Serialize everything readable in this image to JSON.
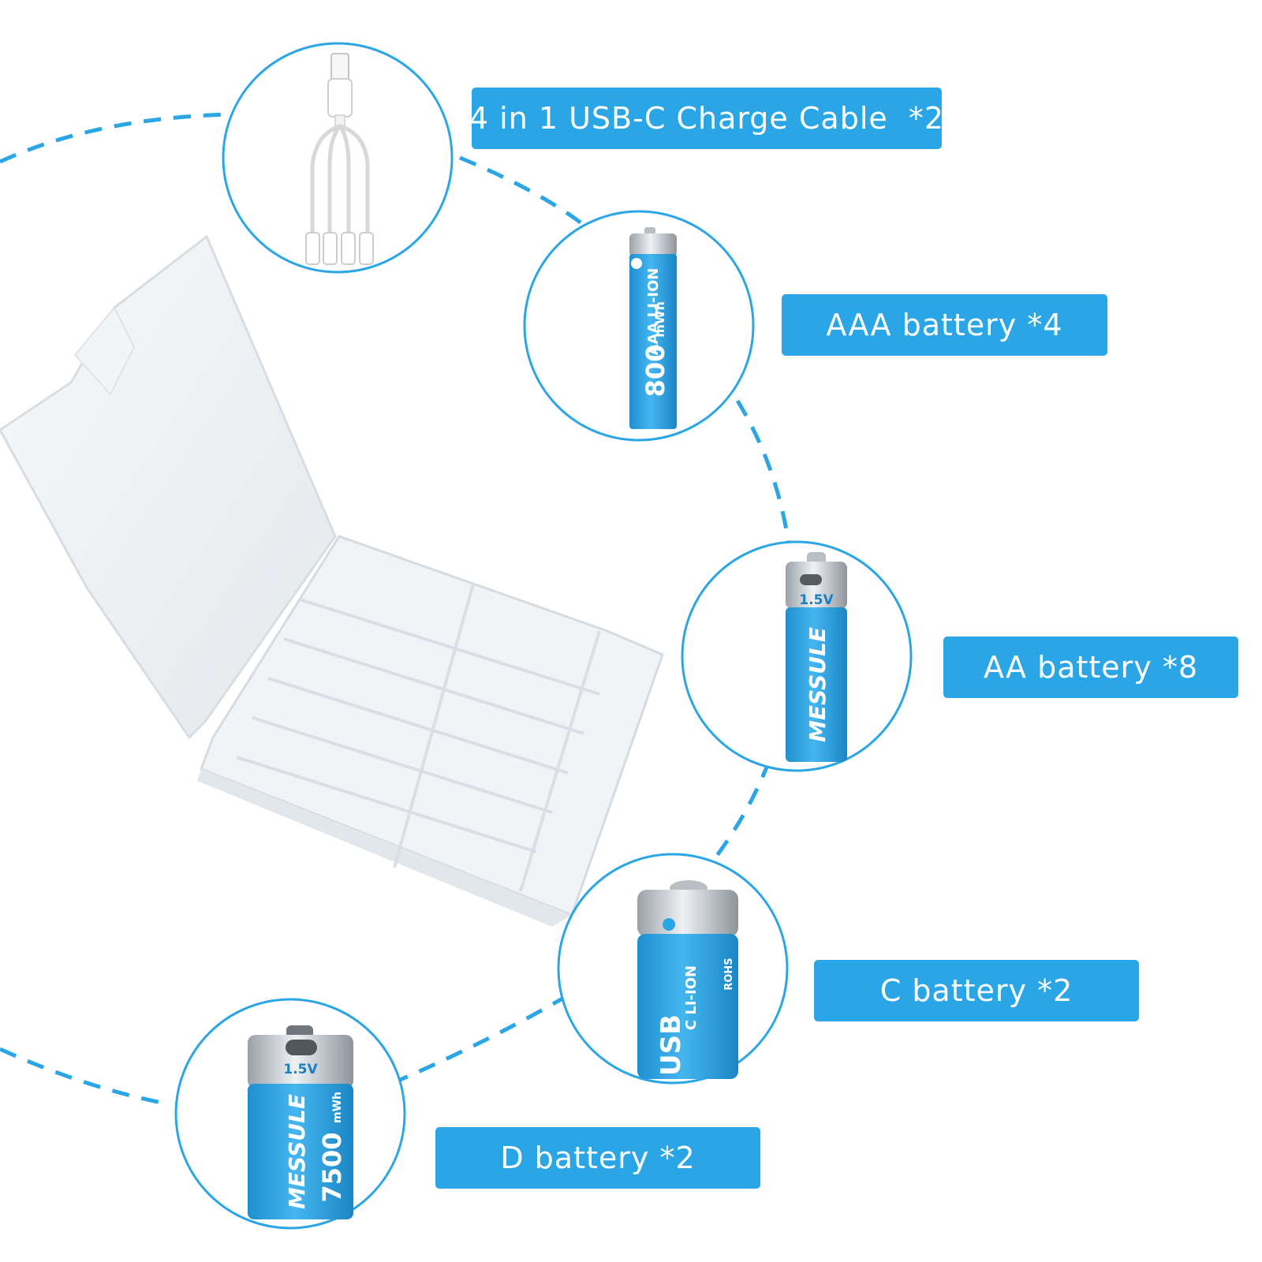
{
  "theme": {
    "accent": "#2aa6e6",
    "circle_stroke": "#2aa6e6",
    "battery_blue": "#2fa5e2",
    "battery_silver": "#c9ced3",
    "case_plastic": "#eef2f5"
  },
  "items": [
    {
      "label": "4 in 1 USB-C Charge Cable  *2",
      "icon": "usb-cable-icon"
    },
    {
      "label": "AAA battery *4",
      "icon": "aaa-battery-icon",
      "battery_text": [
        "AAA LI-ION",
        "800",
        "mWh"
      ]
    },
    {
      "label": "AA battery *8",
      "icon": "aa-battery-icon",
      "battery_text": [
        "1.5V",
        "MESSULE"
      ]
    },
    {
      "label": "C battery *2",
      "icon": "c-battery-icon",
      "battery_text": [
        "USB",
        "C  LI-ION",
        "ROHS"
      ]
    },
    {
      "label": "D battery *2",
      "icon": "d-battery-icon",
      "battery_text": [
        "1.5V",
        "MESSULE",
        "7500",
        "mWh"
      ]
    }
  ]
}
